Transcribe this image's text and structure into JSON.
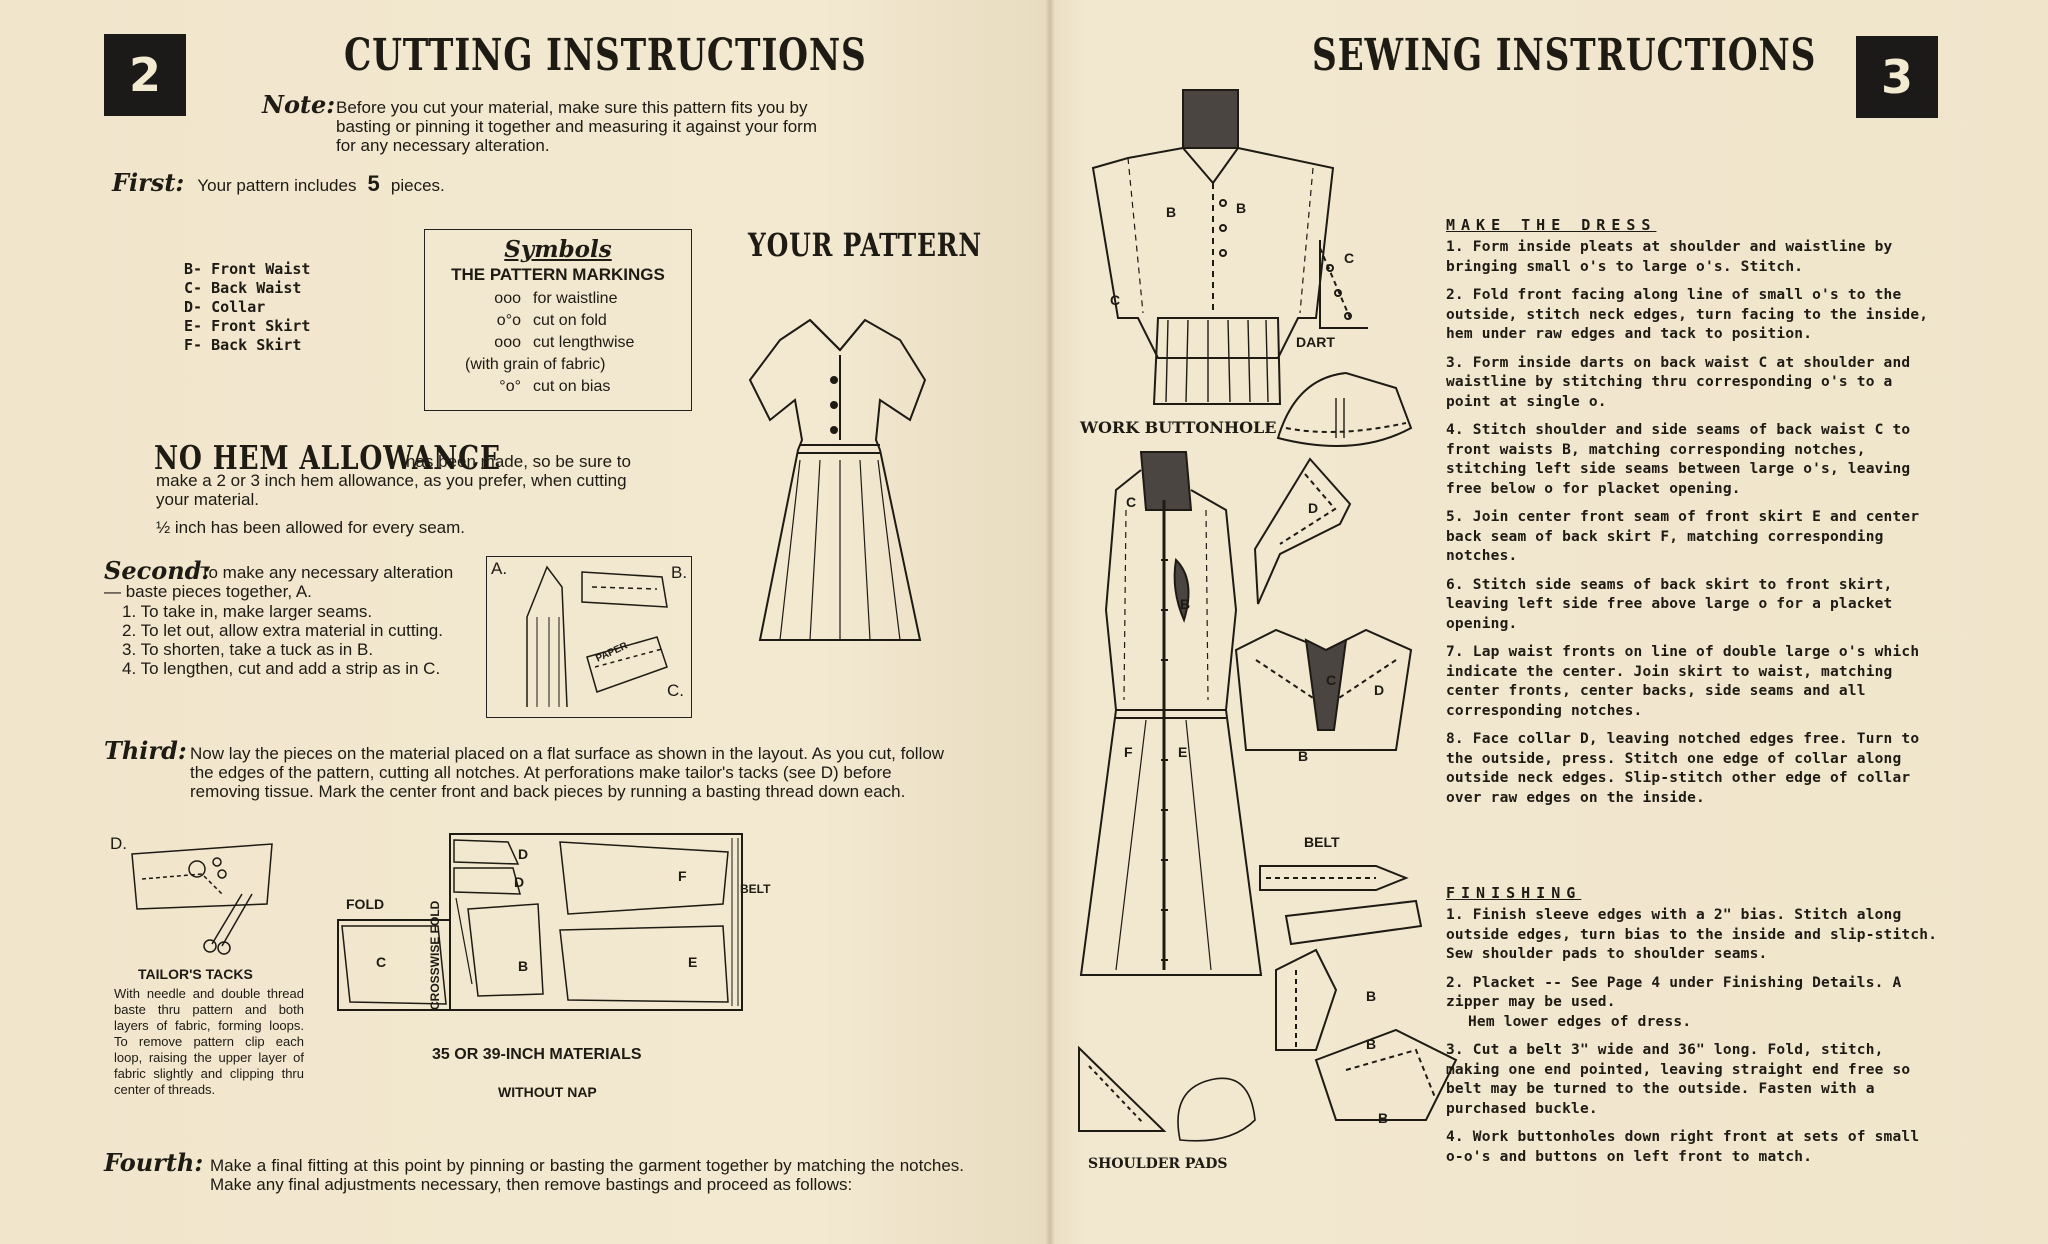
{
  "left_page": {
    "page_number": "2",
    "title": "CUTTING INSTRUCTIONS",
    "note": {
      "label": "Note:",
      "text": "Before you cut your material, make sure this pattern fits you by basting or pinning it together and measuring it against your form for any necessary alteration."
    },
    "first": {
      "label": "First:",
      "text_before": "Your pattern includes",
      "count": "5",
      "text_after": "pieces."
    },
    "pieces": [
      "B- Front Waist",
      "C- Back Waist",
      "D- Collar",
      "E- Front Skirt",
      "F- Back Skirt"
    ],
    "symbols": {
      "title": "Symbols",
      "subtitle": "THE PATTERN MARKINGS",
      "rows": [
        {
          "mark": "ooo",
          "text": "for waistline"
        },
        {
          "mark": "o°o",
          "text": "cut on fold"
        },
        {
          "mark": "ooo",
          "text": "cut lengthwise"
        },
        {
          "mark": "",
          "text": "(with grain of fabric)"
        },
        {
          "mark": "°o°",
          "text": "cut on bias"
        }
      ]
    },
    "your_pattern": "YOUR PATTERN",
    "no_hem": {
      "heading": "NO HEM ALLOWANCE",
      "text": "has been made, so be sure to make a 2 or 3 inch hem allowance, as you prefer, when cutting your material.",
      "seam": "½ inch has been allowed for every seam."
    },
    "second": {
      "label": "Second:",
      "intro": "To make any necessary alteration — baste pieces together, A.",
      "items": [
        "1. To take in, make larger seams.",
        "2. To let out, allow extra material in cutting.",
        "3. To shorten, take a tuck as in B.",
        "4. To lengthen, cut and add a strip as in C."
      ]
    },
    "alter_labels": {
      "a": "A.",
      "b": "B.",
      "c": "C.",
      "paper": "PAPER"
    },
    "third": {
      "label": "Third:",
      "text": "Now lay the pieces on the material placed on a flat surface as shown in the layout. As you cut, follow the edges of the pattern, cutting all notches. At perforations make tailor's tacks (see D) before removing tissue. Mark the center front and back pieces by running a basting thread down each."
    },
    "tacks": {
      "label_d": "D.",
      "heading": "TAILOR'S TACKS",
      "text": "With needle and double thread baste thru pattern and both layers of fabric, forming loops. To remove pattern clip each loop, raising the upper layer of fabric slightly and clipping thru center of threads."
    },
    "layout": {
      "fold": "FOLD",
      "crosswise": "CROSSWISE FOLD",
      "belt": "BELT",
      "c": "C",
      "b": "B",
      "d1": "D",
      "d2": "D",
      "e": "E",
      "f": "F",
      "materials": "35 OR 39-INCH MATERIALS",
      "nap": "WITHOUT NAP"
    },
    "fourth": {
      "label": "Fourth:",
      "text": "Make a final fitting at this point by pinning or basting the garment together by matching the notches. Make any final adjustments necessary, then remove bastings and proceed as follows:"
    }
  },
  "right_page": {
    "page_number": "3",
    "title": "SEWING INSTRUCTIONS",
    "make_dress": {
      "heading": "MAKE THE DRESS",
      "steps": [
        "1. Form inside pleats at shoulder and waistline by bringing small o's to large o's. Stitch.",
        "2. Fold front facing along line of small o's to the outside, stitch neck edges, turn facing to the inside, hem under raw edges and tack to position.",
        "3. Form inside darts on back waist C at shoulder and waistline by stitching thru corresponding o's to a point at single o.",
        "4. Stitch shoulder and side seams of back waist C to front waists B, matching corresponding notches, stitching left side seams between large o's, leaving free below o for placket opening.",
        "5. Join center front seam of front skirt E and center back seam of back skirt F, matching corresponding notches.",
        "6. Stitch side seams of back skirt to front skirt, leaving left side free above large o for a placket opening.",
        "7. Lap waist fronts on line of double large o's which indicate the center. Join skirt to waist, matching center fronts, center backs, side seams and all corresponding notches.",
        "8. Face collar D, leaving notched edges free. Turn to the outside, press. Stitch one edge of collar along outside neck edges. Slip-stitch other edge of collar over raw edges on the inside."
      ]
    },
    "finishing": {
      "heading": "FINISHING",
      "steps": [
        "1. Finish sleeve edges with a 2\" bias. Stitch along outside edges, turn bias to the inside and slip-stitch. Sew shoulder pads to shoulder seams.",
        "2. Placket -- See Page 4 under Finishing Details. A zipper may be used.",
        "Hem lower edges of dress.",
        "3. Cut a belt 3\" wide and 36\" long. Fold, stitch, making one end pointed, leaving straight end free so belt may be turned to the outside. Fasten with a purchased buckle.",
        "4. Work buttonholes down right front at sets of small o-o's and buttons on left front to match."
      ]
    },
    "illus": {
      "dart": "DART",
      "work_buttonhole": "WORK BUTTONHOLE",
      "belt": "BELT",
      "shoulder_pads": "SHOULDER PADS",
      "c": "C",
      "b": "B",
      "d": "D",
      "e": "E",
      "f": "F"
    }
  }
}
